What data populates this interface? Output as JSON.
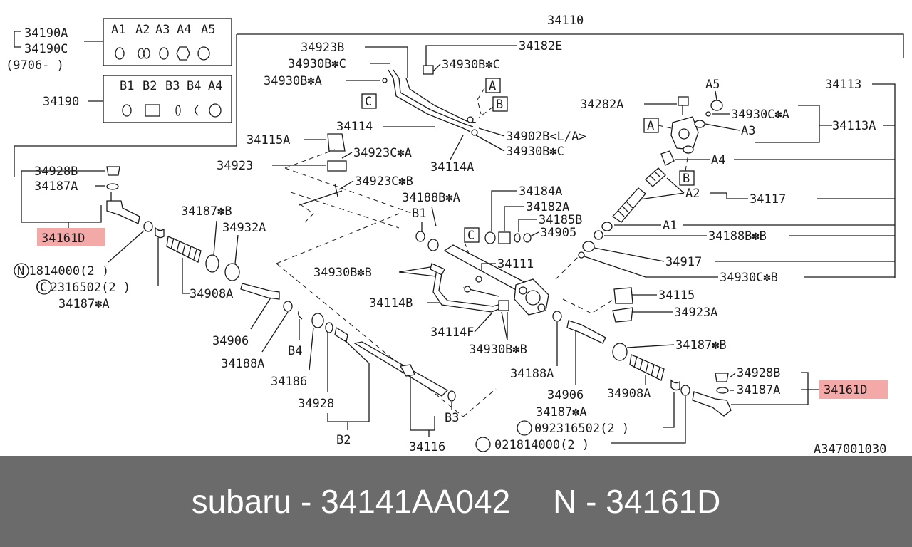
{
  "footer": {
    "brand_part": "subaru - 34141AA042",
    "ref": "N - 34161D"
  },
  "diagram": {
    "code": "A347001030",
    "highlight_color": "#f4a9a9",
    "labels": {
      "l34110": "34110",
      "l34190A": "34190A",
      "l34190C": "34190C",
      "l9706": "(9706-     )",
      "l34190": "34190",
      "a1": "A1",
      "a2": "A2",
      "a3": "A3",
      "a4": "A4",
      "a5": "A5",
      "b1": "B1",
      "b2": "B2",
      "b3": "B3",
      "b4": "B4",
      "b4b": "A4",
      "l34923B": "34923B",
      "l34930BC1": "34930B✽C",
      "l34930BA": "34930B✽A",
      "l34182E": "34182E",
      "l34930BC2": "34930B✽C",
      "boxA1": "A",
      "boxB1": "B",
      "boxC1": "C",
      "l34114": "34114",
      "l34902B": "34902B<L/A>",
      "l34930BC3": "34930B✽C",
      "l34114A": "34114A",
      "l34115A": "34115A",
      "l34923CA": "34923C✽A",
      "l34923": "34923",
      "l34923CB": "34923C✽B",
      "l34928B1": "34928B",
      "l34187A1": "34187A",
      "l34161D1": "34161D",
      "l34187B1": "34187✽B",
      "l34932A": "34932A",
      "l021814000a": "021814000(2 )",
      "l092316502a": "092316502(2 )",
      "l34187A2": "34187✽A",
      "l34908A1": "34908A",
      "l34906a": "34906",
      "l34188A1": "34188A",
      "lB4": "B4",
      "l34186": "34186",
      "l34928": "34928",
      "lB2": "B2",
      "l34116": "34116",
      "lB3": "B3",
      "l34188BA": "34188B✽A",
      "lB1": "B1",
      "l34184A": "34184A",
      "l34182A": "34182A",
      "l34185B": "34185B",
      "l34905": "34905",
      "boxC2": "C",
      "l34111": "34111",
      "l34930BB1": "34930B✽B",
      "l34114B": "34114B",
      "l34114F": "34114F",
      "l34930BB2": "34930B✽B",
      "l34188A2": "34188A",
      "l34906b": "34906",
      "l34908A2": "34908A",
      "l34187A3": "34187✽A",
      "l092316502b": "092316502(2 )",
      "l021814000b": "021814000(2 )",
      "l34187B2": "34187✽B",
      "l34928B2": "34928B",
      "l34187A4": "34187A",
      "l34161D2": "34161D",
      "l34115": "34115",
      "l34923A": "34923A",
      "l34113": "34113",
      "l34113A": "34113A",
      "la5": "A5",
      "l34282A": "34282A",
      "l34930CA": "34930C✽A",
      "boxA2": "A",
      "la3": "A3",
      "la4": "A4",
      "boxB2": "B",
      "la2": "A2",
      "l34117": "34117",
      "la1": "A1",
      "l34188BB": "34188B✽B",
      "l34917": "34917",
      "l34930CB": "34930C✽B",
      "circleN": "N",
      "circleC": "C"
    }
  }
}
